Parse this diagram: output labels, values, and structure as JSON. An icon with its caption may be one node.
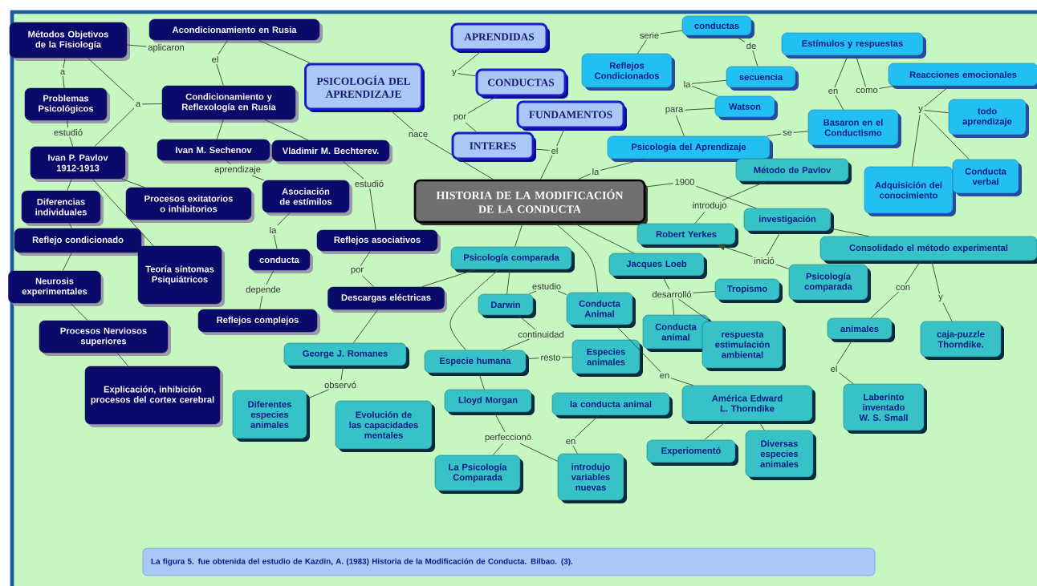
{
  "diagram": {
    "caption": "La figura 5. fue obtenida del estudio de Kazdin, A. (1983) Historia de la Modificación de Conducta. Bilbao. (3).",
    "nodes": [
      {
        "text": [
          "Métodos Objetivos de la Fisiología"
        ]
      },
      {
        "text": [
          "Acondicionamiento en Rusia"
        ]
      },
      {
        "text": [
          "Problemas Psicológicos"
        ]
      },
      {
        "text": [
          "Condicionamiento y Reflexología en Rusia"
        ]
      },
      {
        "text": [
          "Ivan P. Pavlov 1912-1913"
        ]
      },
      {
        "text": [
          "Ivan M. Sechenov"
        ]
      },
      {
        "text": [
          "Vladimir M. Bechterev."
        ]
      },
      {
        "text": [
          "Diferencias individuales"
        ]
      },
      {
        "text": [
          "Procesos exitatorios o inhibitorios"
        ]
      },
      {
        "text": [
          "Asociación de estímilos"
        ]
      },
      {
        "text": [
          "Reflejo condicionado"
        ]
      },
      {
        "text": [
          "Teoría síntomas Psiquiátricos"
        ]
      },
      {
        "text": [
          "conducta"
        ]
      },
      {
        "text": [
          "Reflejos asociativos"
        ]
      },
      {
        "text": [
          "Neurosis experimentales"
        ]
      },
      {
        "text": [
          "Reflejos complejos"
        ]
      },
      {
        "text": [
          "Descargas eléctricas"
        ]
      },
      {
        "text": [
          "Procesos Nerviosos superiores"
        ]
      },
      {
        "text": [
          "Explicación, inhibición procesos del cortex cerebral"
        ]
      },
      {
        "text": [
          "PSICOLOGÍA DEL APRENDIZAJE"
        ]
      },
      {
        "text": [
          "APRENDIDAS"
        ]
      },
      {
        "text": [
          "CONDUCTAS"
        ]
      },
      {
        "text": [
          "FUNDAMENTOS"
        ]
      },
      {
        "text": [
          "INTERES"
        ]
      },
      {
        "text": [
          "HISTORIA DE LA MODIFICACIÓN DE LA CONDUCTA"
        ]
      },
      {
        "text": [
          "conductas"
        ]
      },
      {
        "text": [
          "Reflejos Condicionados"
        ]
      },
      {
        "text": [
          "Estímulos y respuestas"
        ]
      },
      {
        "text": [
          "secuencia"
        ]
      },
      {
        "text": [
          "Reacciones emocionales"
        ]
      },
      {
        "text": [
          "Watson"
        ]
      },
      {
        "text": [
          "Basaron en el Conductismo"
        ]
      },
      {
        "text": [
          "todo aprendizaje"
        ]
      },
      {
        "text": [
          "Psicología del Aprendizaje"
        ]
      },
      {
        "text": [
          "Adquisición del conocimiento"
        ]
      },
      {
        "text": [
          "Conducta verbal"
        ]
      },
      {
        "text": [
          "Método de Pavlov"
        ]
      },
      {
        "text": [
          "investigación"
        ]
      },
      {
        "text": [
          "Robert Yerkes"
        ]
      },
      {
        "text": [
          "Consolidado el método experimental"
        ]
      },
      {
        "text": [
          "Psicología comparada"
        ]
      },
      {
        "text": [
          "Jacques Loeb"
        ]
      },
      {
        "text": [
          "Psicología comparada"
        ]
      },
      {
        "text": [
          "Darwin"
        ]
      },
      {
        "text": [
          "Conducta Animal"
        ]
      },
      {
        "text": [
          "Tropismo"
        ]
      },
      {
        "text": [
          "animales"
        ]
      },
      {
        "text": [
          "caja-puzzle Thorndike."
        ]
      },
      {
        "text": [
          "Conducta animal"
        ]
      },
      {
        "text": [
          "respuesta estimulación ambiental"
        ]
      },
      {
        "text": [
          "George J. Romanes"
        ]
      },
      {
        "text": [
          "Especie humana"
        ]
      },
      {
        "text": [
          "Especies animales"
        ]
      },
      {
        "text": [
          "Diferentes especies animales"
        ]
      },
      {
        "text": [
          "Evolución de las capacidades mentales"
        ]
      },
      {
        "text": [
          "Lloyd Morgan"
        ]
      },
      {
        "text": [
          "la conducta animal"
        ]
      },
      {
        "text": [
          "América Edward L. Thorndike"
        ]
      },
      {
        "text": [
          "Laberinto inventado W. S. Small"
        ]
      },
      {
        "text": [
          "Experiomentó"
        ]
      },
      {
        "text": [
          "Diversas especies animales"
        ]
      },
      {
        "text": [
          "La Psicología Comparada"
        ]
      },
      {
        "text": [
          "introdujo variables nuevas"
        ]
      },
      {
        "text": [
          "aplicaron"
        ]
      },
      {
        "text": [
          "a"
        ]
      },
      {
        "text": [
          "el"
        ]
      },
      {
        "text": [
          "a"
        ]
      },
      {
        "text": [
          "estudió"
        ]
      },
      {
        "text": [
          "aprendizaje"
        ]
      },
      {
        "text": [
          "la"
        ]
      },
      {
        "text": [
          "depende"
        ]
      },
      {
        "text": [
          "estudió"
        ]
      },
      {
        "text": [
          "por"
        ]
      },
      {
        "text": [
          "nace"
        ]
      },
      {
        "text": [
          "y"
        ]
      },
      {
        "text": [
          "por"
        ]
      },
      {
        "text": [
          "el"
        ]
      },
      {
        "text": [
          "serie"
        ]
      },
      {
        "text": [
          "de"
        ]
      },
      {
        "text": [
          "la"
        ]
      },
      {
        "text": [
          "para"
        ]
      },
      {
        "text": [
          "se"
        ]
      },
      {
        "text": [
          "en"
        ]
      },
      {
        "text": [
          "como"
        ]
      },
      {
        "text": [
          "y"
        ]
      },
      {
        "text": [
          "la"
        ]
      },
      {
        "text": [
          "1900"
        ]
      },
      {
        "text": [
          "introdujo"
        ]
      },
      {
        "text": [
          "inició"
        ]
      },
      {
        "text": [
          "con"
        ]
      },
      {
        "text": [
          "y"
        ]
      },
      {
        "text": [
          "el"
        ]
      },
      {
        "text": [
          "estudio"
        ]
      },
      {
        "text": [
          "continuidad"
        ]
      },
      {
        "text": [
          "resto"
        ]
      },
      {
        "text": [
          "observó"
        ]
      },
      {
        "text": [
          "perfeccionó"
        ]
      },
      {
        "text": [
          "en"
        ]
      },
      {
        "text": [
          "desarrolló"
        ]
      },
      {
        "text": [
          "en"
        ]
      }
    ],
    "edges": [
      {
        "from": 0,
        "to": 63,
        "arrow": "none"
      },
      {
        "from": 0,
        "to": 64,
        "arrow": "none"
      },
      {
        "from": 64,
        "to": 2,
        "arrow": "none"
      },
      {
        "from": 0,
        "to": 66,
        "arrow": "none"
      },
      {
        "from": 66,
        "to": 4,
        "arrow": "none"
      },
      {
        "from": 66,
        "to": 3,
        "arrow": "none"
      },
      {
        "from": 1,
        "to": 65,
        "arrow": "none"
      },
      {
        "from": 65,
        "to": 3,
        "arrow": "none"
      },
      {
        "from": 1,
        "to": 19,
        "arrow": "none"
      },
      {
        "from": 2,
        "to": 67,
        "arrow": "none"
      },
      {
        "from": 67,
        "to": 4,
        "arrow": "none"
      },
      {
        "from": 3,
        "to": 5,
        "arrow": "none"
      },
      {
        "from": 3,
        "to": 6,
        "arrow": "none"
      },
      {
        "from": 4,
        "to": 7,
        "arrow": "none"
      },
      {
        "from": 7,
        "to": 10,
        "arrow": "none"
      },
      {
        "from": 4,
        "to": 8,
        "arrow": "none"
      },
      {
        "from": 4,
        "to": 11,
        "arrow": "none"
      },
      {
        "from": 10,
        "to": 14,
        "arrow": "none"
      },
      {
        "from": 14,
        "to": 17,
        "arrow": "none"
      },
      {
        "from": 17,
        "to": 18,
        "arrow": "none"
      },
      {
        "from": 5,
        "to": 68,
        "arrow": "none"
      },
      {
        "from": 68,
        "to": 9,
        "arrow": "none"
      },
      {
        "from": 9,
        "to": 69,
        "arrow": "none"
      },
      {
        "from": 69,
        "to": 12,
        "arrow": "none"
      },
      {
        "from": 12,
        "to": 70,
        "arrow": "none"
      },
      {
        "from": 70,
        "to": 15,
        "arrow": "none"
      },
      {
        "from": 6,
        "to": 71,
        "arrow": "none"
      },
      {
        "from": 71,
        "to": 13,
        "arrow": "none"
      },
      {
        "from": 13,
        "to": 72,
        "arrow": "none"
      },
      {
        "from": 72,
        "to": 16,
        "arrow": "none"
      },
      {
        "from": 40,
        "to": 16,
        "arrow": "none"
      },
      {
        "from": 16,
        "to": 50,
        "arrow": "none"
      },
      {
        "from": 19,
        "to": 73,
        "arrow": "none"
      },
      {
        "from": 73,
        "to": 24,
        "arrow": "none"
      },
      {
        "from": 20,
        "to": 74,
        "arrow": "none"
      },
      {
        "from": 74,
        "to": 21,
        "arrow": "none"
      },
      {
        "from": 21,
        "to": 75,
        "arrow": "none"
      },
      {
        "from": 75,
        "to": 23,
        "arrow": "none"
      },
      {
        "from": 23,
        "to": 76,
        "arrow": "none"
      },
      {
        "from": 22,
        "to": 76,
        "arrow": "none"
      },
      {
        "from": 76,
        "to": 24,
        "arrow": "none"
      },
      {
        "from": 26,
        "to": 77,
        "arrow": "none"
      },
      {
        "from": 77,
        "to": 25,
        "arrow": "none"
      },
      {
        "from": 25,
        "to": 78,
        "arrow": "none"
      },
      {
        "from": 78,
        "to": 28,
        "arrow": "none"
      },
      {
        "from": 28,
        "to": 79,
        "arrow": "none"
      },
      {
        "from": 79,
        "to": 30,
        "arrow": "none"
      },
      {
        "from": 30,
        "to": 80,
        "arrow": "none"
      },
      {
        "from": 80,
        "to": 33,
        "arrow": "none"
      },
      {
        "from": 33,
        "to": 81,
        "arrow": "none"
      },
      {
        "from": 81,
        "to": 31,
        "arrow": "none"
      },
      {
        "from": 27,
        "to": 82,
        "arrow": "none"
      },
      {
        "from": 82,
        "to": 31,
        "arrow": "none"
      },
      {
        "from": 27,
        "to": 83,
        "arrow": "none"
      },
      {
        "from": 83,
        "to": 29,
        "arrow": "none"
      },
      {
        "from": 29,
        "to": 84,
        "arrow": "none"
      },
      {
        "from": 84,
        "to": 32,
        "arrow": "none"
      },
      {
        "from": 84,
        "to": 34,
        "arrow": "none"
      },
      {
        "from": 84,
        "to": 35,
        "arrow": "none"
      },
      {
        "from": 24,
        "to": 85,
        "arrow": "none"
      },
      {
        "from": 85,
        "to": 33,
        "arrow": "none"
      },
      {
        "from": 24,
        "to": 86,
        "arrow": "none"
      },
      {
        "from": 86,
        "to": 37,
        "arrow": "none"
      },
      {
        "from": 36,
        "to": 87,
        "arrow": "none"
      },
      {
        "from": 87,
        "to": 38,
        "arrow": "none"
      },
      {
        "from": 88,
        "to": 38,
        "arrow": "to"
      },
      {
        "from": 37,
        "to": 88,
        "arrow": "none"
      },
      {
        "from": 88,
        "to": 42,
        "arrow": "none"
      },
      {
        "from": 37,
        "to": 39,
        "arrow": "none"
      },
      {
        "from": 39,
        "to": 89,
        "arrow": "none"
      },
      {
        "from": 89,
        "to": 46,
        "arrow": "none"
      },
      {
        "from": 39,
        "to": 90,
        "arrow": "none"
      },
      {
        "from": 90,
        "to": 47,
        "arrow": "none"
      },
      {
        "from": 46,
        "to": 91,
        "arrow": "none"
      },
      {
        "from": 91,
        "to": 58,
        "arrow": "none"
      },
      {
        "from": 24,
        "to": 40,
        "arrow": "none"
      },
      {
        "from": 40,
        "to": 43,
        "arrow": "none"
      },
      {
        "from": 40,
        "to": 51,
        "arrow": "none"
      },
      {
        "from": 24,
        "to": 44,
        "arrow": "none"
      },
      {
        "from": 24,
        "to": 41,
        "arrow": "none"
      },
      {
        "from": 43,
        "to": 92,
        "arrow": "none"
      },
      {
        "from": 92,
        "to": 44,
        "arrow": "none"
      },
      {
        "from": 43,
        "to": 93,
        "arrow": "none"
      },
      {
        "from": 93,
        "to": 51,
        "arrow": "none"
      },
      {
        "from": 51,
        "to": 94,
        "arrow": "none"
      },
      {
        "from": 94,
        "to": 52,
        "arrow": "none"
      },
      {
        "from": 51,
        "to": 55,
        "arrow": "none"
      },
      {
        "from": 50,
        "to": 95,
        "arrow": "none"
      },
      {
        "from": 95,
        "to": 53,
        "arrow": "none"
      },
      {
        "from": 55,
        "to": 96,
        "arrow": "none"
      },
      {
        "from": 96,
        "to": 61,
        "arrow": "none"
      },
      {
        "from": 96,
        "to": 62,
        "arrow": "none"
      },
      {
        "from": 56,
        "to": 97,
        "arrow": "none"
      },
      {
        "from": 97,
        "to": 62,
        "arrow": "none"
      },
      {
        "from": 41,
        "to": 98,
        "arrow": "none"
      },
      {
        "from": 98,
        "to": 45,
        "arrow": "none"
      },
      {
        "from": 98,
        "to": 48,
        "arrow": "none"
      },
      {
        "from": 98,
        "to": 49,
        "arrow": "none"
      },
      {
        "from": 44,
        "to": 99,
        "arrow": "none"
      },
      {
        "from": 99,
        "to": 57,
        "arrow": "none"
      },
      {
        "from": 57,
        "to": 59,
        "arrow": "none"
      },
      {
        "from": 57,
        "to": 60,
        "arrow": "none"
      }
    ]
  }
}
